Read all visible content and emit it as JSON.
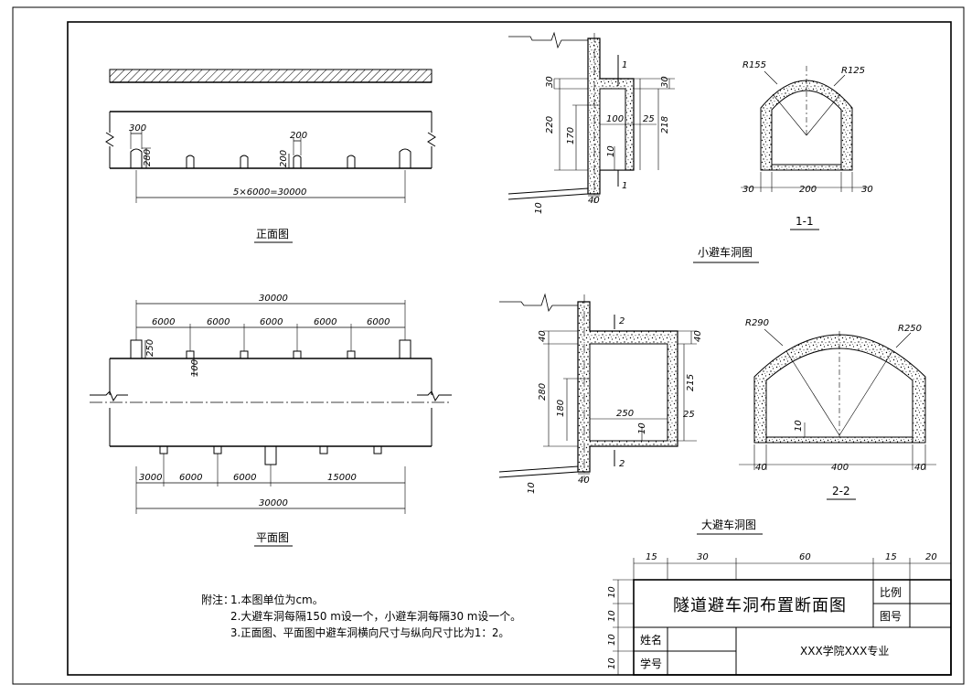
{
  "views": {
    "front": {
      "title": "正面图",
      "dim_300": "300",
      "dim_280": "280",
      "dim_200_top": "200",
      "dim_200_side": "200",
      "dim_total": "5×6000=30000"
    },
    "plan": {
      "title": "平面图",
      "dim_top_total": "30000",
      "top_spacings": [
        "6000",
        "6000",
        "6000",
        "6000",
        "6000"
      ],
      "dim_250": "250",
      "dim_100": "100",
      "bottom_spacings": [
        "3000",
        "6000",
        "6000",
        "15000"
      ],
      "dim_bottom_total": "30000"
    },
    "small_niche": {
      "group_title": "小避车洞图",
      "section_mark": "1",
      "dims": {
        "d30a": "30",
        "d220": "220",
        "d170": "170",
        "d10a": "10",
        "d100": "100",
        "d25": "25",
        "d218": "218",
        "d30b": "30",
        "d40": "40",
        "d10b": "10"
      }
    },
    "section_1_1": {
      "label": "1-1",
      "r_outer": "R155",
      "r_inner": "R125",
      "d30a": "30",
      "d200": "200",
      "d30b": "30"
    },
    "large_niche": {
      "group_title": "大避车洞图",
      "section_mark": "2",
      "dims": {
        "d40a": "40",
        "d280": "280",
        "d180": "180",
        "d250": "250",
        "d40b": "40",
        "d215": "215",
        "d25": "25",
        "d10a": "10",
        "d40c": "40",
        "d10b": "10"
      }
    },
    "section_2_2": {
      "label": "2-2",
      "r_outer": "R290",
      "r_inner": "R250",
      "d10": "10",
      "d40a": "40",
      "d400": "400",
      "d40b": "40"
    }
  },
  "notes": {
    "prefix": "附注：",
    "lines": [
      "1.本图单位为cm。",
      "2.大避车洞每隔150 m设一个，小避车洞每隔30 m设一个。",
      "3.正面图、平面图中避车洞横向尺寸与纵向尺寸比为1：2。"
    ]
  },
  "title_block": {
    "col_widths": [
      "15",
      "30",
      "60",
      "15",
      "20"
    ],
    "row_heights": [
      "10",
      "10",
      "10",
      "10"
    ],
    "drawing_title": "隧道避车洞布置断面图",
    "scale_label": "比例",
    "drawing_no_label": "图号",
    "name_label": "姓名",
    "student_no_label": "学号",
    "school": "XXX学院XXX专业"
  },
  "colors": {
    "line": "#000000",
    "paper": "#ffffff"
  }
}
